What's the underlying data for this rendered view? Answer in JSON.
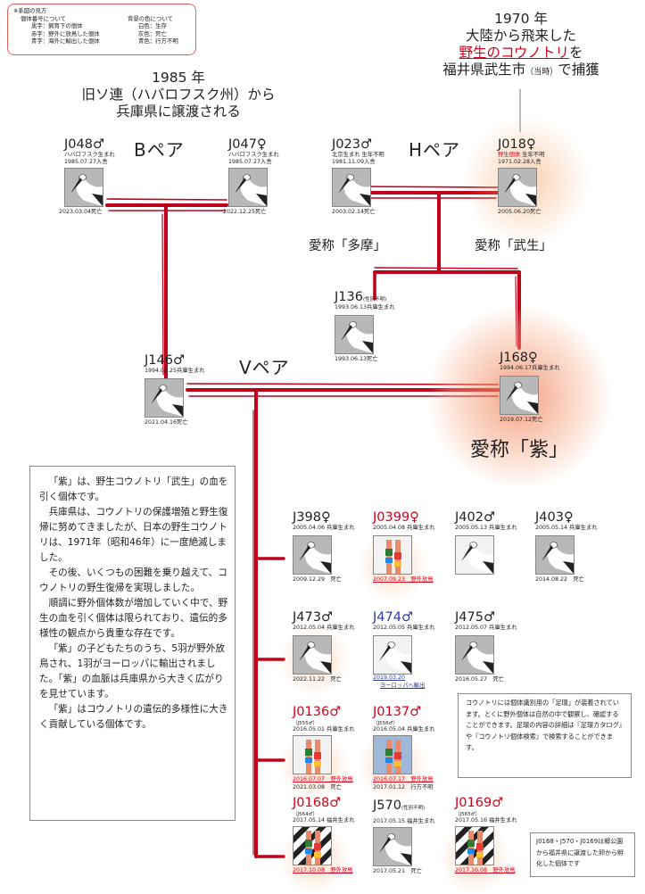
{
  "legend": {
    "title": "※系図の見方",
    "left_head": "個体番号について",
    "right_head": "背景の色について",
    "rows": [
      [
        "黒字：飼育下の個体",
        "白色：生存"
      ],
      [
        "赤字：野外に放鳥した個体",
        "灰色：死亡"
      ],
      [
        "青字：海外に輸出した個体",
        "青色：行方不明"
      ]
    ]
  },
  "headline_1970": {
    "line1": "1970 年",
    "line2": "大陸から飛来した",
    "line3_red": "野生のコウノトリ",
    "line3_rest": "を",
    "line4_a": "福井県武生市",
    "line4_small": "（当時）",
    "line4_b": "で捕獲"
  },
  "headline_1985": {
    "line1": "1985 年",
    "line2": "旧ソ連（ハバロフスク州）から",
    "line3": "兵庫県に譲渡される"
  },
  "pairs": {
    "b": "Bペア",
    "h": "Hペア",
    "v": "Vペア"
  },
  "birds": {
    "J048": {
      "id": "J048♂",
      "l1": "ハバロフスク生まれ",
      "l2": "1985.07.27入舎",
      "death": "2023.03.04死亡"
    },
    "J047": {
      "id": "J047♀",
      "l1": "ハバロフスク生まれ",
      "l2": "1985.07.27入舎",
      "death": "2022.12.25死亡"
    },
    "J023": {
      "id": "J023♂",
      "l1": "北京生まれ  生年不明",
      "l2": "1981.11.09入舎",
      "death": "2003.02.14死亡",
      "nick": "愛称「多摩」"
    },
    "J018": {
      "id": "J018♀",
      "l1_red": "野生個体",
      "l1_rest": "  生年不明",
      "l2": "1971.02.28入舎",
      "death": "2005.06.20死亡",
      "nick": "愛称「武生」"
    },
    "J136": {
      "id": "J136",
      "idsmall": "(性別不明)",
      "l1": "1993.06.13兵庫生まれ",
      "death": "1993.06.13死亡"
    },
    "J146": {
      "id": "J146♂",
      "l1": "1994.03.25兵庫生まれ",
      "death": "2021.04.16死亡"
    },
    "J168": {
      "id": "J168♀",
      "l1": "1994.06.17兵庫生まれ",
      "death": "2019.07.12死亡",
      "nick": "愛称「紫」"
    },
    "J398": {
      "id": "J398♀",
      "l1": "2005.04.06 兵庫生まれ",
      "death": "2009.12.29　死亡"
    },
    "J0399": {
      "id": "J0399♀",
      "l1": "2005.04.08 兵庫生まれ",
      "rel": "2007.09.23　野外放鳥"
    },
    "J402": {
      "id": "J402♂",
      "l1": "2005.05.13 兵庫生まれ"
    },
    "J403": {
      "id": "J403♀",
      "l1": "2005.05.14 兵庫生まれ",
      "death": "2014.08.22　死亡"
    },
    "J473": {
      "id": "J473♂",
      "l1": "2012.05.04 兵庫生まれ",
      "death": "2022.11.22　死亡"
    },
    "J474": {
      "id": "J474♂",
      "l1": "2012.05.05 兵庫生まれ",
      "exp1": "2019.03.20",
      "exp2": "ヨーロッパへ輸出"
    },
    "J475": {
      "id": "J475♂",
      "l1": "2012.05.07 兵庫生まれ",
      "death": "2016.05.27　死亡"
    },
    "J0136": {
      "id": "J0136♂",
      "tag": "（J555♂）",
      "l1": "2016.05.01 兵庫生まれ",
      "rel": "2016.07.07　野外放鳥",
      "death": "2021.03.08　死亡"
    },
    "J0137": {
      "id": "J0137♂",
      "tag": "（J556♂）",
      "l1": "2016.05.04 兵庫生まれ",
      "rel": "2016.07.17　野外放鳥",
      "death": "2017.01.12　行方不明"
    },
    "J0168": {
      "id": "J0168♂",
      "tag": "（J564♂）",
      "l1": "2017.05.14 福井生まれ",
      "rel": "2017.10.08　野外放鳥"
    },
    "J570": {
      "id": "J570",
      "idsmall": "(性別不明)",
      "l1": "2017.05.15 福井生まれ",
      "death": "2017.05.21　死亡"
    },
    "J0169": {
      "id": "J0169♂",
      "tag": "（J565♂）",
      "l1": "2017.05.16 福井生まれ",
      "rel": "2017.10.08　野外放鳥"
    }
  },
  "text_box": [
    "「紫」は、野生コウノトリ「武生」の血を引く個体です。",
    "兵庫県は、コウノトリの保護増殖と野生復帰に努めてきましたが、日本の野生コウノトリは、1971年（昭和46年）に一度絶滅しました。",
    "その後、いくつもの困難を乗り越えて、コウノトリの野生復帰を実現しました。",
    "順調に野外個体数が増加していく中で、野生の血を引く個体は限られており、遺伝的多様性の観点から貴重な存在です。",
    "「紫」の子どもたちのうち、5羽が野外放鳥され、1羽がヨーロッパに輸出されました。「紫」の血脈は兵庫県から大きく広がりを見せています。",
    "「紫」はコウノトリの遺伝的多様性に大きく貢献している個体です。"
  ],
  "note_ring": "コウノトリには個体識別用の「足環」が装着されています。とくに野外個体は自然の中で観察し、確認することができます。足環の内容の詳細は『足環カタログ』や『コウノトリ個体検索』で検索することができます。",
  "note_fukui": "J0168・J570・J0169は郷公園から福井県に譲渡した卵から孵化した個体です",
  "colors": {
    "line_red": "#c0001a",
    "id_red": "#d4001a",
    "id_blue": "#2a3aa8",
    "glow": "#f5a070"
  }
}
